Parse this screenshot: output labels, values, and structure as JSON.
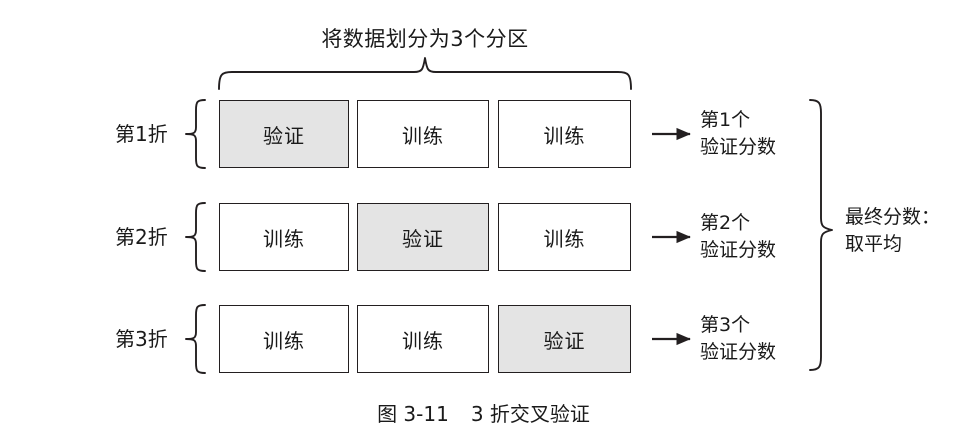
{
  "figure": {
    "partition_title": "将数据划分为3个分区",
    "caption_number": "图 3-11",
    "caption_text": "3 折交叉验证",
    "final_score": {
      "line1": "最终分数：",
      "line2": "取平均"
    },
    "colors": {
      "validation_fill": "#e4e4e4",
      "training_fill": "#ffffff",
      "stroke": "#231f20",
      "background": "#ffffff",
      "text": "#1a1a1a"
    },
    "labels": {
      "validation": "验证",
      "training": "训练"
    },
    "folds": [
      {
        "name": "第1折",
        "cells": [
          {
            "label": "验证",
            "role": "validation"
          },
          {
            "label": "训练",
            "role": "training"
          },
          {
            "label": "训练",
            "role": "training"
          }
        ],
        "score_line1": "第1个",
        "score_line2": "验证分数"
      },
      {
        "name": "第2折",
        "cells": [
          {
            "label": "训练",
            "role": "training"
          },
          {
            "label": "验证",
            "role": "validation"
          },
          {
            "label": "训练",
            "role": "training"
          }
        ],
        "score_line1": "第2个",
        "score_line2": "验证分数"
      },
      {
        "name": "第3折",
        "cells": [
          {
            "label": "训练",
            "role": "training"
          },
          {
            "label": "训练",
            "role": "training"
          },
          {
            "label": "验证",
            "role": "validation"
          }
        ],
        "score_line1": "第3个",
        "score_line2": "验证分数"
      }
    ]
  }
}
